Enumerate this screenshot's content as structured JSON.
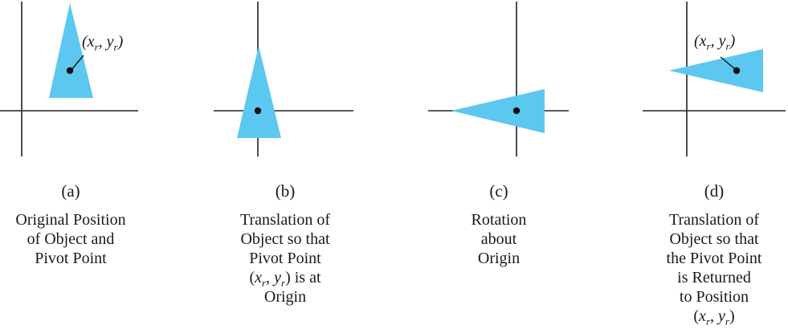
{
  "colors": {
    "object_fill": "#5cc8ef",
    "axis": "#222222",
    "pivot_dot": "#111111"
  },
  "pivot_label": {
    "open": "(",
    "x": "x",
    "sub": "r",
    "sep": ", ",
    "y": "y",
    "close": ")"
  },
  "panels": [
    {
      "letter": "(a)",
      "caption": [
        "Original Position",
        "of Object and",
        "Pivot Point"
      ]
    },
    {
      "letter": "(b)",
      "caption": [
        "Translation of",
        "Object so that",
        "Pivot Point",
        "(x_r, y_r) is at",
        "Origin"
      ]
    },
    {
      "letter": "(c)",
      "caption": [
        "Rotation",
        "about",
        "Origin"
      ]
    },
    {
      "letter": "(d)",
      "caption": [
        "Translation of",
        "Object so that",
        "the Pivot Point",
        "is Returned",
        "to Position",
        "(x_r, y_r)"
      ]
    }
  ]
}
